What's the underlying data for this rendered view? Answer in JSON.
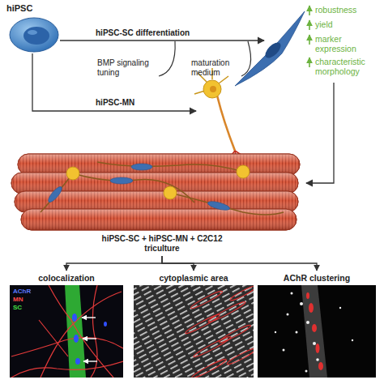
{
  "diagram": {
    "nodes": [
      {
        "text": [
          "hiPSC"
        ]
      },
      {
        "text": [
          "hiPSC-SC + hiPSC-MN + C2C12 triculture"
        ]
      },
      {
        "text": [
          "colocalization"
        ]
      },
      {
        "text": [
          "cytoplasmic area"
        ]
      },
      {
        "text": [
          "AChR clustering"
        ]
      }
    ],
    "edges": [
      {
        "from": 1,
        "to": 2,
        "arrow": "to"
      },
      {
        "from": 1,
        "to": 3,
        "arrow": "to"
      },
      {
        "from": 1,
        "to": 4,
        "arrow": "to"
      }
    ],
    "labels": [
      "hiPSC-SC differentiation",
      "BMP signaling tuning",
      "maturation medium",
      "robustness",
      "yield",
      "marker expression",
      "characteristic morphology",
      "hiPSC-MN",
      "AChR",
      "MN",
      "SC"
    ]
  }
}
